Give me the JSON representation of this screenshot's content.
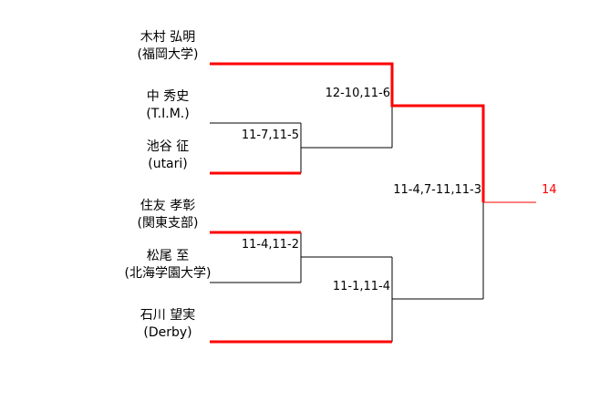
{
  "bracket": {
    "players": [
      {
        "name": "木村 弘明",
        "affiliation": "(福岡大学)"
      },
      {
        "name": "中 秀史",
        "affiliation": "(T.I.M.)"
      },
      {
        "name": "池谷 征",
        "affiliation": "(utari)"
      },
      {
        "name": "住友 孝彰",
        "affiliation": "(関東支部)"
      },
      {
        "name": "松尾 至",
        "affiliation": "(北海学園大学)"
      },
      {
        "name": "石川 望実",
        "affiliation": "(Derby)"
      }
    ],
    "matches": [
      {
        "id": "round1-top",
        "score": "11-7,11-5",
        "winner": "池谷 征"
      },
      {
        "id": "round1-bottom",
        "score": "11-4,11-2",
        "winner": "住友 孝彰"
      },
      {
        "id": "semi-top",
        "score": "12-10,11-6",
        "winner": "木村 弘明"
      },
      {
        "id": "semi-bottom",
        "score": "11-1,11-4",
        "winner": "石川 望実"
      },
      {
        "id": "final",
        "score": "11-4,7-11,11-3",
        "winner": "木村 弘明"
      }
    ],
    "champion_mark": "14",
    "colors": {
      "line": "#000000",
      "winner_path": "#ff0000"
    }
  }
}
